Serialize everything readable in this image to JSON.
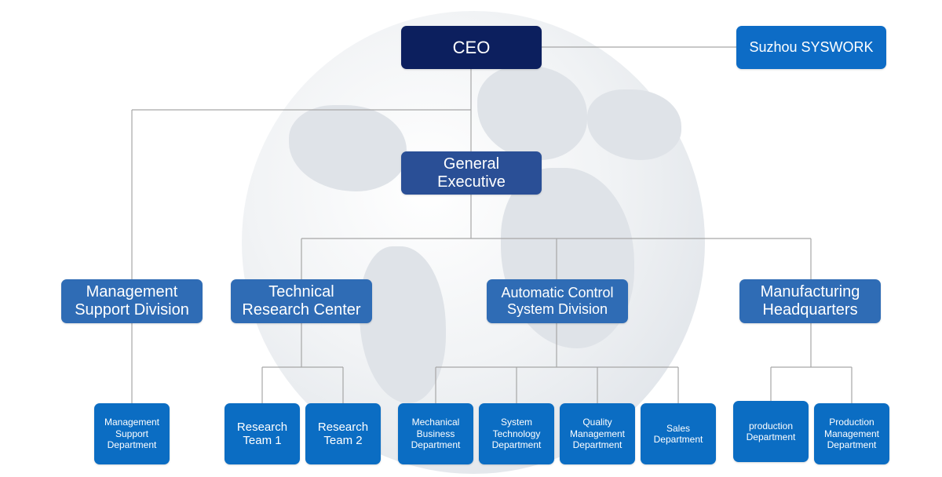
{
  "colors": {
    "ceo": "#0c1f5e",
    "executive": "#2a4f96",
    "division": "#2f6cb5",
    "department": "#0b6dc3",
    "affiliate": "#0d6cc6",
    "line": "#a6a6a6"
  },
  "org": {
    "ceo": "CEO",
    "affiliate": "Suzhou SYSWORK",
    "executive": "General\nExecutive",
    "divisions": [
      {
        "label": "Management\nSupport Division",
        "departments": [
          "Management\nSupport\nDepartment"
        ]
      },
      {
        "label": "Technical\nResearch Center",
        "departments": [
          "Research\nTeam 1",
          "Research\nTeam 2"
        ]
      },
      {
        "label": "Automatic Control\nSystem Division",
        "departments": [
          "Mechanical\nBusiness\nDepartment",
          "System\nTechnology\nDepartment",
          "Quality\nManagement\nDepartment",
          "Sales\nDepartment"
        ]
      },
      {
        "label": "Manufacturing\nHeadquarters",
        "departments": [
          "production\nDepartment",
          "Production\nManagement\nDepartment"
        ]
      }
    ]
  }
}
